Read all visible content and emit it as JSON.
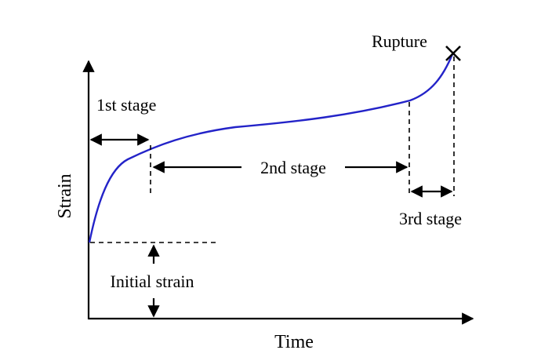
{
  "diagram": {
    "x_axis_label": "Time",
    "y_axis_label": "Strain",
    "labels": {
      "rupture": "Rupture",
      "stage1": "1st stage",
      "stage2": "2nd stage",
      "stage3": "3rd stage",
      "initial_strain": "Initial strain"
    },
    "colors": {
      "curve": "#2323c8",
      "ink": "#000000"
    },
    "rupture_marker": "x-cross-icon"
  }
}
